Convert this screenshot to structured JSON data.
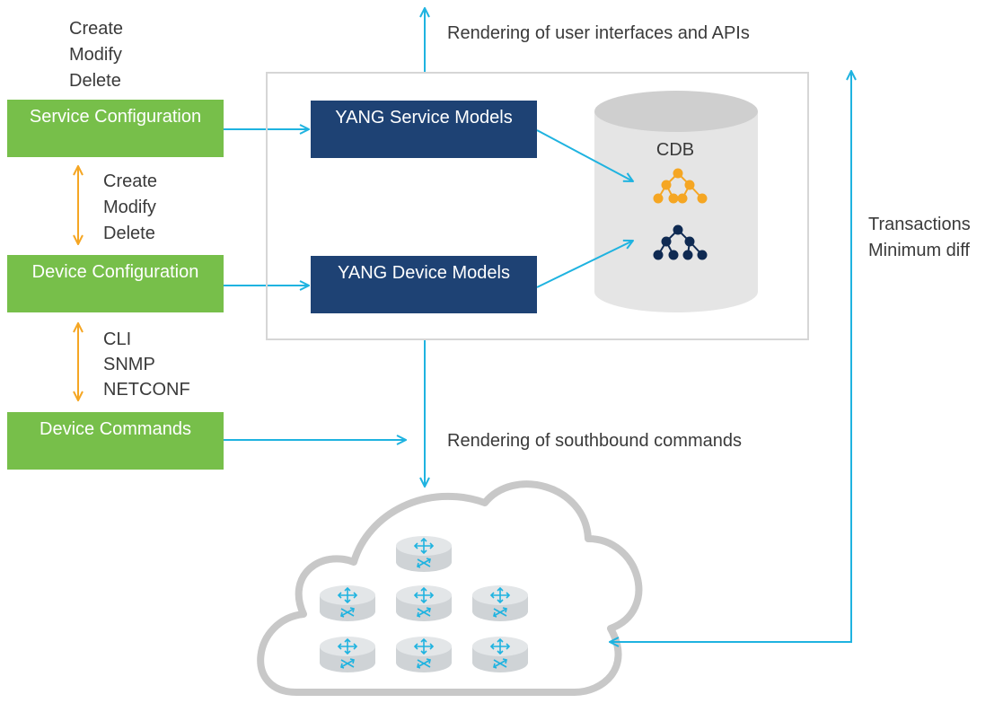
{
  "service_ops": [
    "Create",
    "Modify",
    "Delete"
  ],
  "service_to_device_ops": [
    "Create",
    "Modify",
    "Delete"
  ],
  "device_protocols": [
    "CLI",
    "SNMP",
    "NETCONF"
  ],
  "boxes": {
    "service_configuration": "Service Configuration",
    "device_configuration": "Device Configuration",
    "device_commands": "Device Commands"
  },
  "models": {
    "service": "YANG Service Models",
    "device": "YANG Device Models"
  },
  "cdb_label": "CDB",
  "rendering_ui": "Rendering of user interfaces and APIs",
  "rendering_southbound": "Rendering of southbound commands",
  "transactions": [
    "Transactions",
    "Minimum diff"
  ],
  "colors": {
    "green": "#77bf4a",
    "navy": "#1e4274",
    "arrow_blue": "#1fb3e0",
    "arrow_orange": "#f5a623",
    "tree_orange": "#f5a623",
    "tree_navy": "#0f2a52"
  },
  "icons": [
    "service-model-tree-icon",
    "device-model-tree-icon",
    "router-icon",
    "cloud-icon"
  ]
}
